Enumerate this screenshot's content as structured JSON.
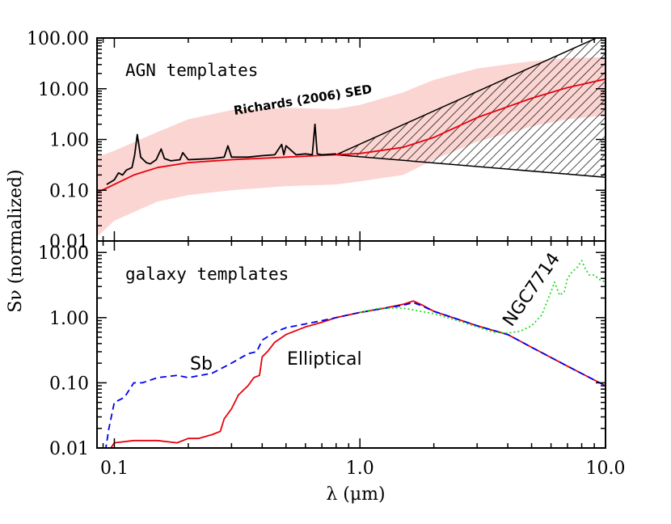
{
  "chart_data": [
    {
      "type": "line",
      "title": "AGN templates",
      "xlabel": "λ (μm)",
      "ylabel": "Sν (normalized)",
      "x_scale": "log",
      "y_scale": "log",
      "xlim": [
        0.085,
        10.0
      ],
      "ylim": [
        0.01,
        100.0
      ],
      "y_ticks": [
        0.01,
        0.1,
        1.0,
        10.0,
        100.0
      ],
      "y_tick_labels": [
        "0.01",
        "0.10",
        "1.00",
        "10.00",
        "100.00"
      ],
      "annotations": [
        {
          "text": "Richards (2006) SED",
          "color": "#e8000b"
        }
      ],
      "series": [
        {
          "name": "Richards (2006) SED",
          "color": "#e8000b",
          "style": "solid",
          "x": [
            0.085,
            0.1,
            0.12,
            0.15,
            0.2,
            0.3,
            0.5,
            0.8,
            1.0,
            1.5,
            2.0,
            3.0,
            5.0,
            7.0,
            10.0
          ],
          "y": [
            0.09,
            0.13,
            0.2,
            0.28,
            0.35,
            0.4,
            0.45,
            0.5,
            0.53,
            0.7,
            1.1,
            2.7,
            6.5,
            10.5,
            15.5
          ]
        },
        {
          "name": "",
          "color": "#000000",
          "style": "solid",
          "x": [
            0.093,
            0.1,
            0.104,
            0.108,
            0.112,
            0.118,
            0.121,
            0.124,
            0.128,
            0.135,
            0.14,
            0.148,
            0.155,
            0.16,
            0.17,
            0.185,
            0.19,
            0.2,
            0.25,
            0.28,
            0.29,
            0.3,
            0.35,
            0.4,
            0.45,
            0.48,
            0.49,
            0.5,
            0.55,
            0.6,
            0.64,
            0.656,
            0.67,
            0.7,
            0.8
          ],
          "y": [
            0.13,
            0.16,
            0.22,
            0.2,
            0.25,
            0.28,
            0.5,
            1.25,
            0.45,
            0.35,
            0.33,
            0.4,
            0.65,
            0.42,
            0.38,
            0.4,
            0.55,
            0.4,
            0.42,
            0.45,
            0.75,
            0.45,
            0.45,
            0.48,
            0.5,
            0.8,
            0.5,
            0.75,
            0.5,
            0.52,
            0.5,
            2.0,
            0.52,
            0.5,
            0.52
          ]
        }
      ],
      "bands": [
        {
          "name": "",
          "color": "#fbd5d2",
          "x": [
            0.085,
            0.1,
            0.15,
            0.2,
            0.3,
            0.5,
            0.8,
            1.0,
            1.5,
            2.0,
            3.0,
            5.0,
            7.0,
            10.0
          ],
          "y_low": [
            0.012,
            0.025,
            0.06,
            0.08,
            0.1,
            0.12,
            0.13,
            0.15,
            0.2,
            0.4,
            0.9,
            1.8,
            2.5,
            3.0
          ],
          "y_high": [
            0.45,
            0.6,
            1.4,
            2.5,
            3.8,
            4.2,
            4.0,
            4.8,
            8.5,
            15.0,
            25.0,
            35.0,
            40.0,
            42.0
          ]
        }
      ],
      "hatched_region": {
        "color": "#000000",
        "x": [
          0.8,
          10.0
        ],
        "y_low": [
          0.5,
          0.18
        ],
        "y_high": [
          0.5,
          120.0
        ]
      }
    },
    {
      "type": "line",
      "title": "galaxy templates",
      "xlabel": "λ (μm)",
      "ylabel": "Sν (normalized)",
      "x_scale": "log",
      "y_scale": "log",
      "xlim": [
        0.085,
        10.0
      ],
      "ylim": [
        0.01,
        15.0
      ],
      "x_ticks": [
        0.1,
        1.0,
        10.0
      ],
      "x_tick_labels": [
        "0.1",
        "1.0",
        "10.0"
      ],
      "y_ticks": [
        0.01,
        0.1,
        1.0,
        10.0
      ],
      "y_tick_labels": [
        "0.01",
        "0.10",
        "1.00",
        "10.00"
      ],
      "series": [
        {
          "name": "Elliptical",
          "color": "#e8000b",
          "style": "solid",
          "x": [
            0.095,
            0.1,
            0.12,
            0.15,
            0.18,
            0.2,
            0.22,
            0.25,
            0.27,
            0.28,
            0.3,
            0.32,
            0.35,
            0.37,
            0.39,
            0.4,
            0.42,
            0.45,
            0.5,
            0.6,
            0.7,
            0.8,
            1.0,
            1.2,
            1.5,
            1.65,
            1.8,
            2.0,
            2.3,
            2.6,
            3.0,
            4.0,
            5.0,
            7.0,
            10.0
          ],
          "y": [
            0.009,
            0.012,
            0.013,
            0.013,
            0.012,
            0.014,
            0.014,
            0.016,
            0.018,
            0.028,
            0.04,
            0.065,
            0.09,
            0.12,
            0.13,
            0.25,
            0.3,
            0.42,
            0.55,
            0.72,
            0.85,
            1.0,
            1.2,
            1.35,
            1.6,
            1.8,
            1.55,
            1.25,
            1.05,
            0.9,
            0.75,
            0.55,
            0.35,
            0.18,
            0.09
          ]
        },
        {
          "name": "Sb",
          "color": "#0000ee",
          "style": "dashed",
          "x": [
            0.092,
            0.095,
            0.1,
            0.11,
            0.12,
            0.13,
            0.15,
            0.18,
            0.2,
            0.25,
            0.3,
            0.35,
            0.38,
            0.4,
            0.45,
            0.5,
            0.6,
            0.7,
            0.8,
            1.0,
            1.2,
            1.5,
            1.65,
            1.8,
            2.0,
            2.3,
            2.6,
            3.0,
            4.0,
            5.0,
            7.0,
            10.0
          ],
          "y": [
            0.009,
            0.02,
            0.05,
            0.06,
            0.1,
            0.1,
            0.12,
            0.13,
            0.12,
            0.14,
            0.2,
            0.28,
            0.3,
            0.45,
            0.6,
            0.7,
            0.8,
            0.9,
            1.0,
            1.2,
            1.35,
            1.55,
            1.7,
            1.5,
            1.25,
            1.05,
            0.9,
            0.75,
            0.55,
            0.35,
            0.18,
            0.09
          ]
        },
        {
          "name": "NGC7714",
          "color": "#22dd22",
          "style": "dotted",
          "x": [
            1.0,
            1.2,
            1.5,
            2.0,
            2.5,
            3.0,
            3.5,
            4.0,
            4.5,
            5.0,
            5.5,
            6.0,
            6.2,
            6.5,
            6.8,
            7.0,
            7.3,
            7.7,
            8.0,
            8.3,
            8.6,
            9.0,
            9.5,
            10.0
          ],
          "y": [
            1.2,
            1.4,
            1.4,
            1.15,
            0.9,
            0.72,
            0.6,
            0.58,
            0.62,
            0.75,
            1.1,
            2.5,
            3.5,
            2.2,
            2.5,
            4.0,
            5.0,
            6.0,
            7.5,
            5.5,
            4.5,
            4.5,
            3.8,
            3.5
          ]
        }
      ]
    }
  ]
}
